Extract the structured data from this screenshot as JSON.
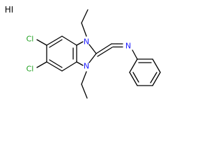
{
  "molecule": {
    "salt_label": "HI",
    "atoms": {
      "cl_top": "Cl",
      "cl_bottom": "Cl",
      "n_top": "N",
      "n_bottom": "N",
      "n_imine": "N"
    },
    "colors": {
      "bond": "#000000",
      "chlorine": "#1fa01f",
      "nitrogen": "#1c1cff",
      "text": "#000000"
    }
  }
}
